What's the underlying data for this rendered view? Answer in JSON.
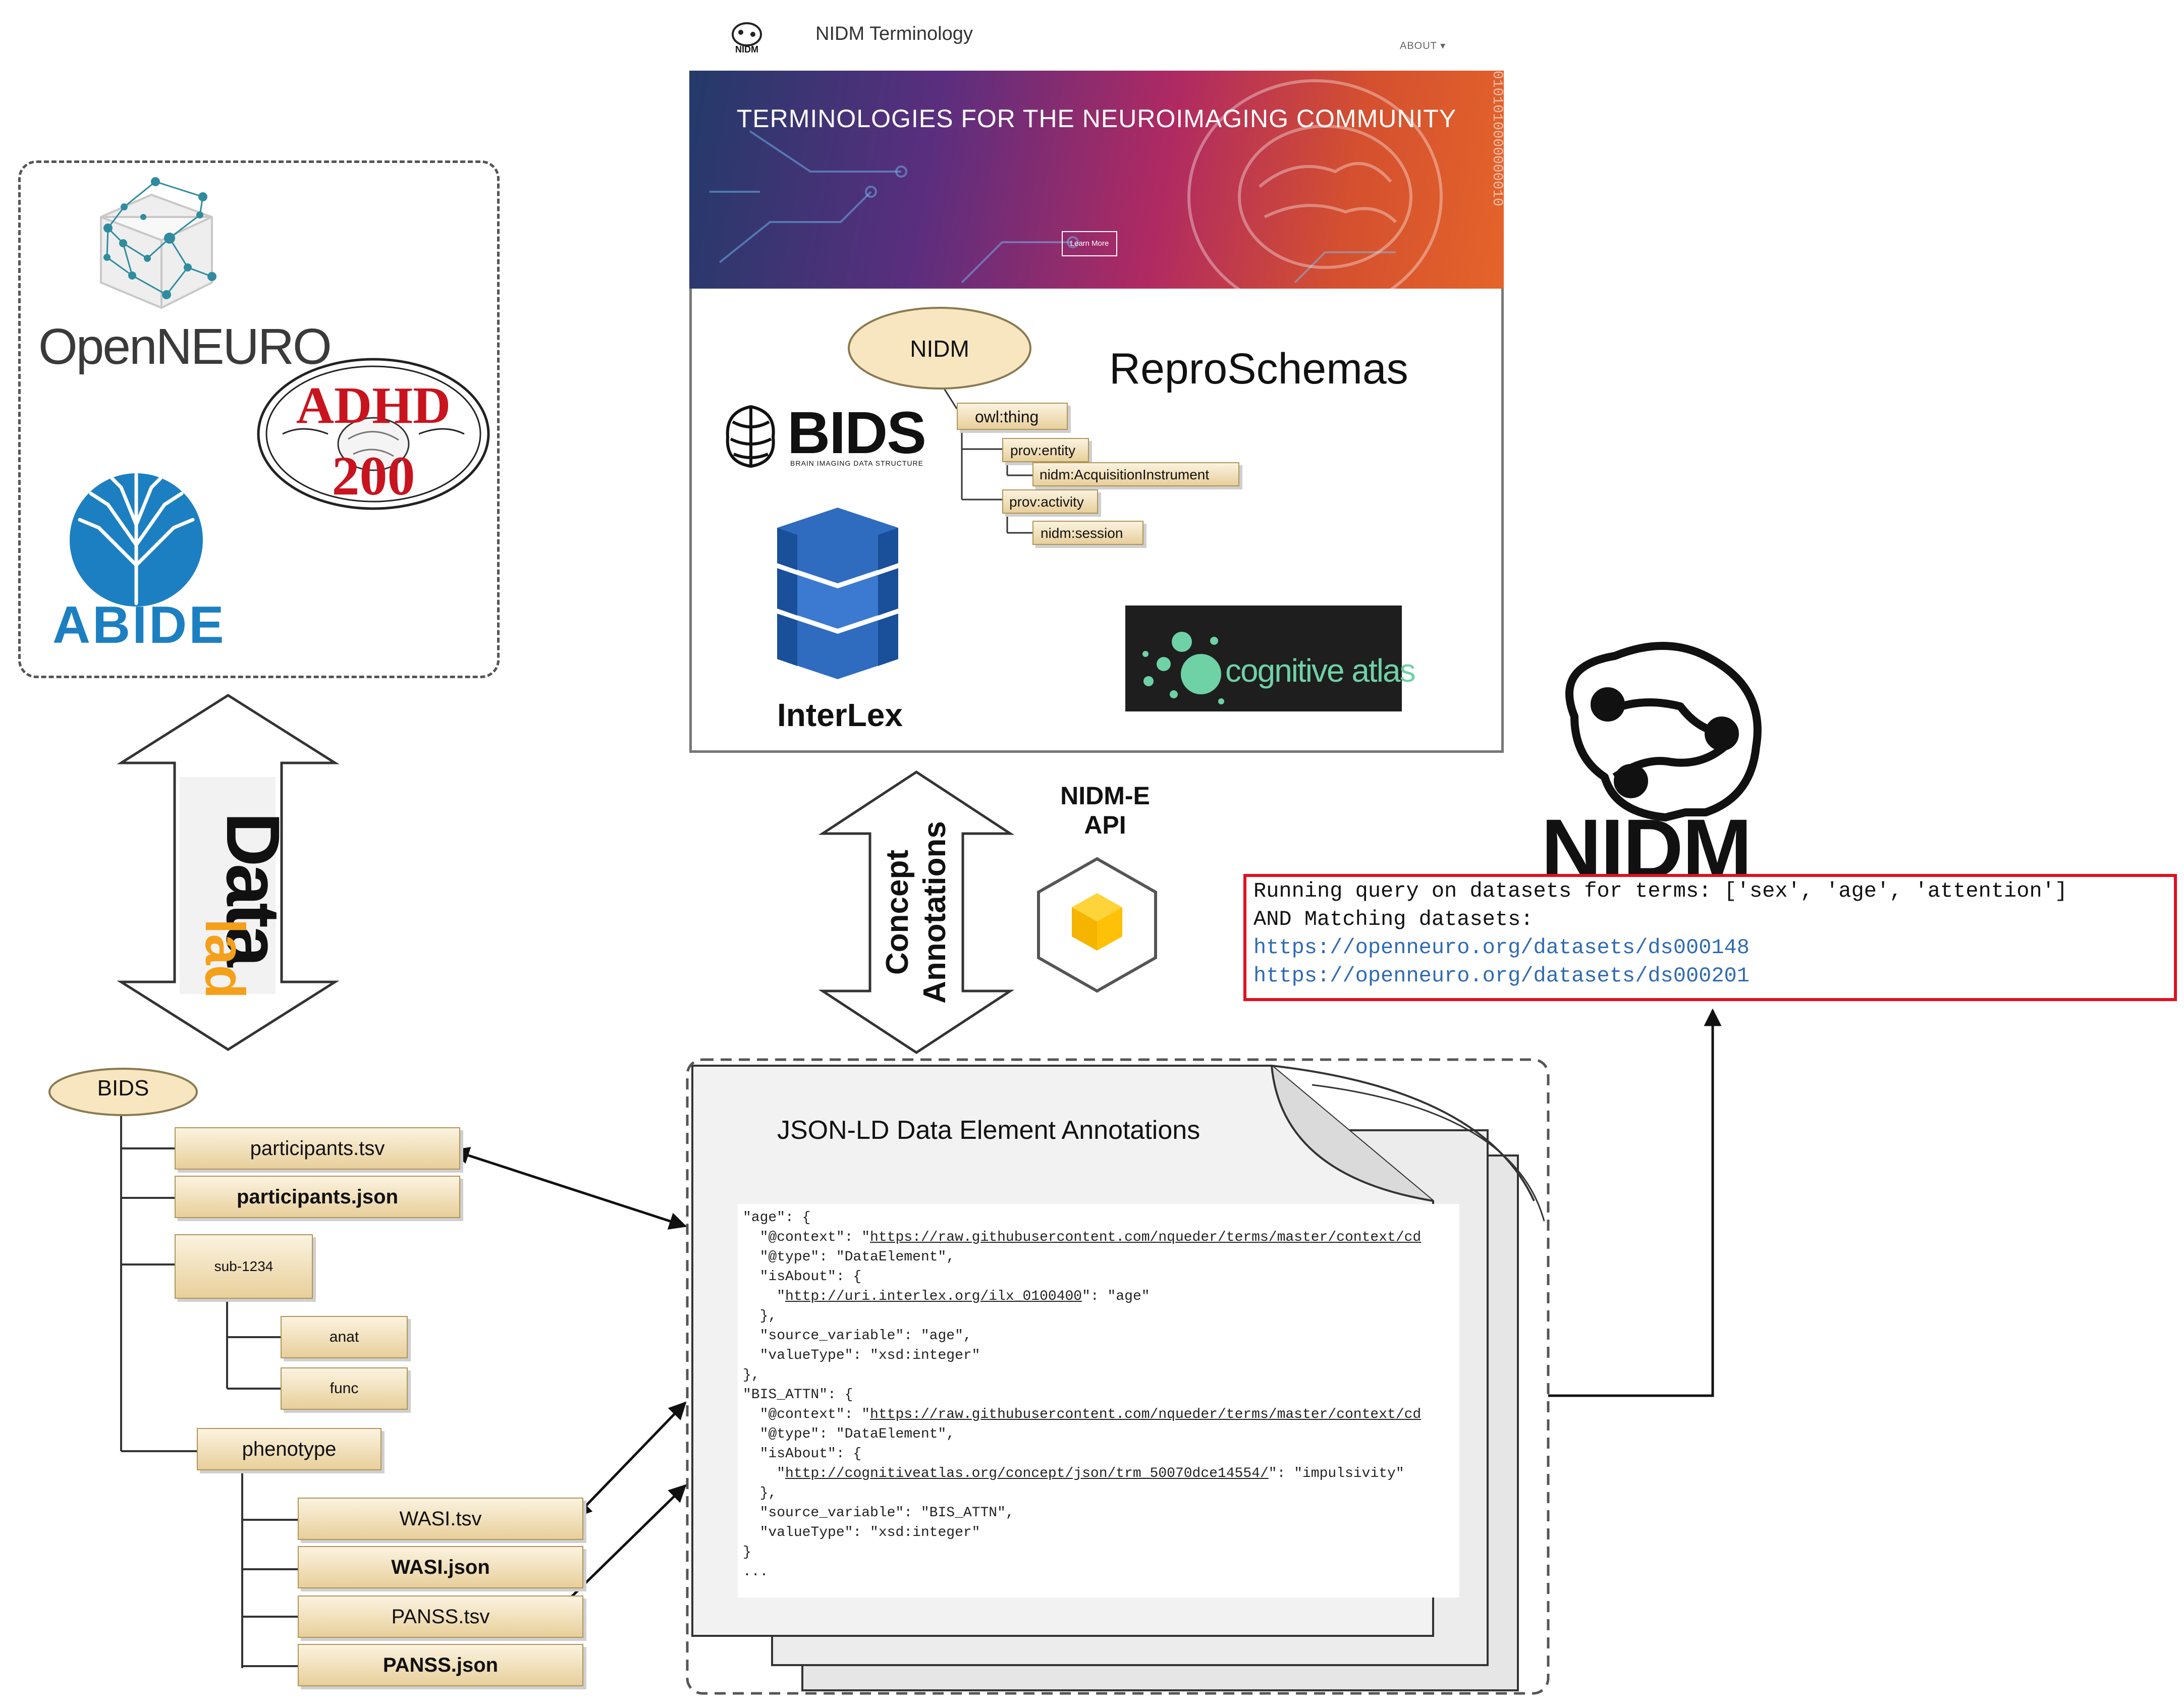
{
  "sources": {
    "openneuro_label": "OpenNEURO",
    "adhd_top": "ADHD",
    "adhd_bottom": "200",
    "abide_label": "ABIDE"
  },
  "transfer_arrow": {
    "tool_label": "Data lad"
  },
  "bids_tree": {
    "root": "BIDS",
    "items": [
      {
        "label": "participants.tsv",
        "bold": false
      },
      {
        "label": "participants.json",
        "bold": true
      },
      {
        "label": "sub-1234",
        "bold": false
      },
      {
        "label": "anat",
        "bold": false
      },
      {
        "label": "func",
        "bold": false
      },
      {
        "label": "phenotype",
        "bold": false
      },
      {
        "label": "WASI.tsv",
        "bold": false
      },
      {
        "label": "WASI.json",
        "bold": true
      },
      {
        "label": "PANSS.tsv",
        "bold": false
      },
      {
        "label": "PANSS.json",
        "bold": true
      }
    ]
  },
  "terminology_site": {
    "title": "NIDM Terminology",
    "logo_text": "NIDM",
    "nav_about": "ABOUT",
    "banner_title": "TERMINOLOGIES FOR THE NEUROIMAGING COMMUNITY",
    "banner_button": "Learn More",
    "banner_digits": "0101010000000010"
  },
  "terminologies": {
    "reproschemas_label": "ReproSchemas",
    "bids_label": "BIDS",
    "bids_subtitle": "BRAIN IMAGING DATA STRUCTURE",
    "interlex_label": "InterLex",
    "cognitive_atlas_label": "cognitive atlas",
    "ontology": {
      "root": "NIDM",
      "nodes": [
        "owl:thing",
        "prov:entity",
        "nidm:AcquisitionInstrument",
        "prov:activity",
        "nidm:session"
      ]
    }
  },
  "concept_arrow": {
    "line1": "Concept",
    "line2": "Annotations"
  },
  "api": {
    "label_line1": "NIDM-E",
    "label_line2": "API"
  },
  "annotations_doc": {
    "title": "JSON-LD Data Element Annotations",
    "code_lines": [
      {
        "pre": "\"age\": {",
        "link": "",
        "post": ""
      },
      {
        "pre": "  \"@context\": \"",
        "link": "https://raw.githubusercontent.com/nqueder/terms/master/context/cd",
        "post": ""
      },
      {
        "pre": "  \"@type\": \"DataElement\",",
        "link": "",
        "post": ""
      },
      {
        "pre": "  \"isAbout\": {",
        "link": "",
        "post": ""
      },
      {
        "pre": "    \"",
        "link": "http://uri.interlex.org/ilx_0100400",
        "post": "\": \"age\""
      },
      {
        "pre": "  },",
        "link": "",
        "post": ""
      },
      {
        "pre": "  \"source_variable\": \"age\",",
        "link": "",
        "post": ""
      },
      {
        "pre": "  \"valueType\": \"xsd:integer\"",
        "link": "",
        "post": ""
      },
      {
        "pre": "},",
        "link": "",
        "post": ""
      },
      {
        "pre": "\"BIS_ATTN\": {",
        "link": "",
        "post": ""
      },
      {
        "pre": "  \"@context\": \"",
        "link": "https://raw.githubusercontent.com/nqueder/terms/master/context/cd",
        "post": ""
      },
      {
        "pre": "  \"@type\": \"DataElement\",",
        "link": "",
        "post": ""
      },
      {
        "pre": "  \"isAbout\": {",
        "link": "",
        "post": ""
      },
      {
        "pre": "    \"",
        "link": "http://cognitiveatlas.org/concept/json/trm_50070dce14554/",
        "post": "\": \"impulsivity\""
      },
      {
        "pre": "  },",
        "link": "",
        "post": ""
      },
      {
        "pre": "  \"source_variable\": \"BIS_ATTN\",",
        "link": "",
        "post": ""
      },
      {
        "pre": "  \"valueType\": \"xsd:integer\"",
        "link": "",
        "post": ""
      },
      {
        "pre": "}",
        "link": "",
        "post": ""
      },
      {
        "pre": "...",
        "link": "",
        "post": ""
      }
    ]
  },
  "query": {
    "lines": [
      {
        "text": "Running query on datasets for terms: ['sex', 'age', 'attention']",
        "link": false
      },
      {
        "text": "AND Matching datasets:",
        "link": false
      },
      {
        "text": "https://openneuro.org/datasets/ds000148",
        "link": true
      },
      {
        "text": "https://openneuro.org/datasets/ds000201",
        "link": true
      }
    ]
  },
  "nidm_logo": {
    "label": "NIDM"
  },
  "colors": {
    "query_border": "#e0101e",
    "link": "#2f6bb0",
    "tree_box": "#e8cf9b",
    "datalad_orange": "#f5a01a",
    "interlex_blue": "#2f6cc0",
    "cognitive_atlas_green": "#6fd1a6",
    "abide_blue": "#1c7fc1",
    "adhd_red": "#c8141e"
  },
  "icons": [
    "openneuro-cube-icon",
    "adhd200-seal-icon",
    "abide-tree-icon",
    "datalad-logo-icon",
    "bids-brain-icon",
    "interlex-database-icon",
    "cognitive-atlas-bubbles-icon",
    "nidm-api-cube-icon",
    "nidm-brain-logo-icon"
  ]
}
